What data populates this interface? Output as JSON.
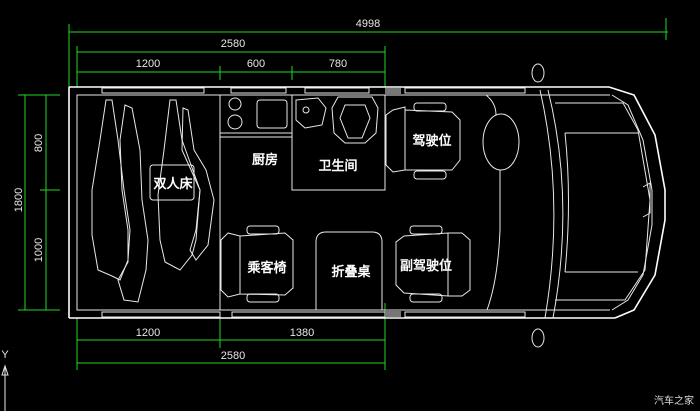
{
  "dimensions": {
    "overall_length": "4998",
    "top_cabin_length": "2580",
    "top_bed": "1200",
    "top_kitchen": "600",
    "top_bathroom": "780",
    "bottom_bed": "1200",
    "bottom_rest": "1380",
    "bottom_cabin_length": "2580",
    "width_total": "1800",
    "width_upper": "800",
    "width_lower": "1000"
  },
  "rooms": {
    "double_bed": "双人床",
    "kitchen": "厨房",
    "bathroom": "卫生间",
    "driver_seat": "驾驶位",
    "passenger_chair": "乘客椅",
    "folding_table": "折叠桌",
    "co_driver_seat": "副驾驶位"
  },
  "axis_label": "Y",
  "watermark": "汽车之家",
  "colors": {
    "background": "#000000",
    "dimension": "#1fd81f",
    "lines": "#e8e8e8"
  }
}
